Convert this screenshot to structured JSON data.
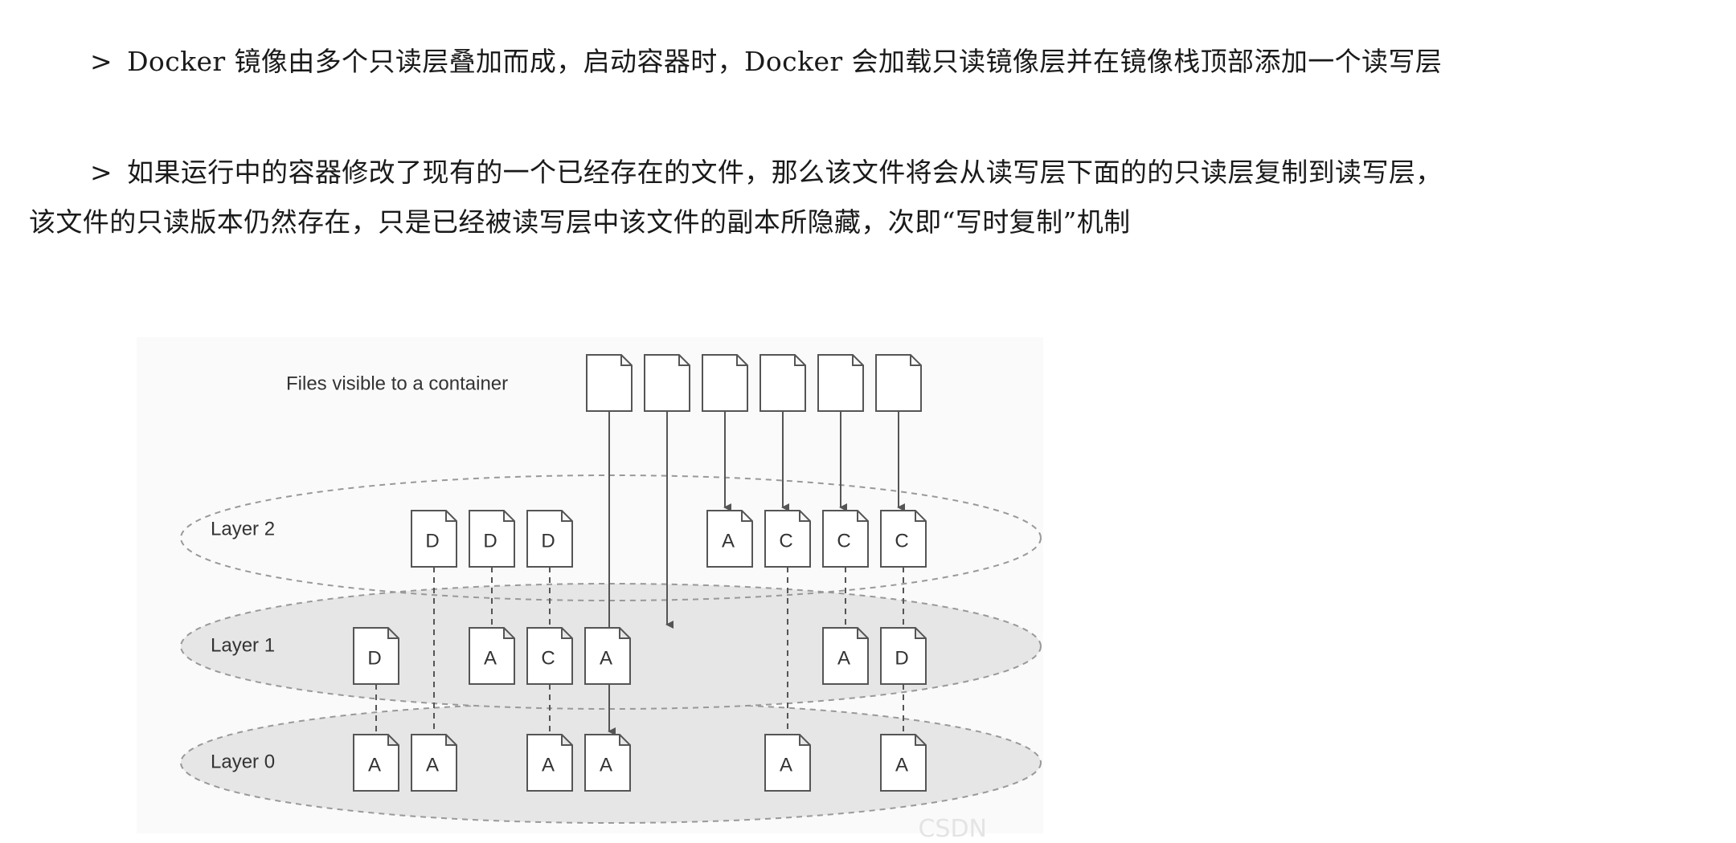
{
  "paragraphs": [
    {
      "marker": ">",
      "lines": [
        "Docker 镜像由多个只读层叠加而成，启动容器时，Docker 会加载只读镜像层并在镜像栈顶部添加一个读写层"
      ]
    },
    {
      "marker": ">",
      "lines": [
        "如果运行中的容器修改了现有的一个已经存在的文件，那么该文件将会从读写层下面的的只读层复制到读写层，",
        "该文件的只读版本仍然存在，只是已经被读写层中该文件的副本所隐藏，次即“写时复制”机制"
      ]
    }
  ],
  "figure": {
    "visible_label": "Files visible to a container",
    "layers": [
      {
        "name": "Layer 2",
        "files": [
          "D",
          "D",
          "D",
          "A",
          "C",
          "C",
          "C"
        ]
      },
      {
        "name": "Layer 1",
        "files": [
          "D",
          "A",
          "C",
          "A",
          "A",
          "D"
        ]
      },
      {
        "name": "Layer 0",
        "files": [
          "A",
          "A",
          "A",
          "A",
          "A",
          "A"
        ]
      }
    ],
    "colors": {
      "line": "#555555",
      "layer_fill": "#e6e6e6",
      "file_fill": "#ffffff"
    }
  },
  "watermark": "CSDN"
}
